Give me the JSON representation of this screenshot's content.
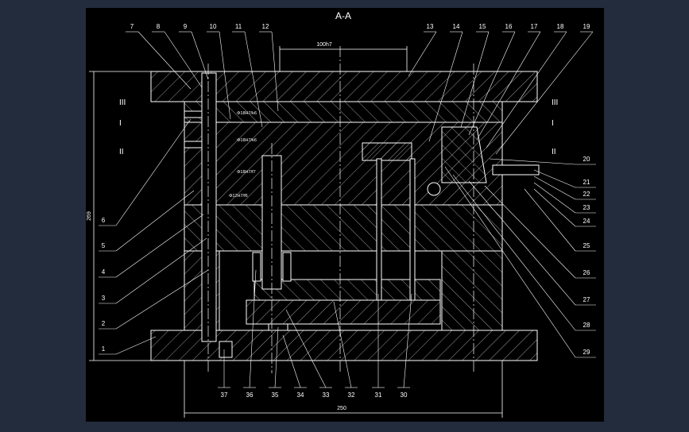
{
  "section_title": "A-A",
  "colors": {
    "background": "#232c3c",
    "canvas": "#000000",
    "line": "#ffffff",
    "hatch": "#ffffff"
  },
  "top_dimension": "100h7",
  "left_dimension": "269",
  "bottom_dimension": "250",
  "fit_labels": [
    "Φ18H7/k6",
    "Φ18H7/k6",
    "Φ18H7/f7",
    "Φ12H7/f6"
  ],
  "section_marks": [
    "III",
    "I",
    "II",
    "III",
    "I",
    "II"
  ],
  "callouts_top": [
    "7",
    "8",
    "9",
    "10",
    "11",
    "12",
    "13",
    "14",
    "15",
    "16",
    "17",
    "18",
    "19"
  ],
  "callouts_left": [
    "6",
    "5",
    "4",
    "3",
    "2",
    "1"
  ],
  "callouts_right": [
    "20",
    "21",
    "22",
    "23",
    "24",
    "25",
    "26",
    "27",
    "28",
    "29"
  ],
  "callouts_bottom": [
    "37",
    "36",
    "35",
    "34",
    "33",
    "32",
    "31",
    "30"
  ]
}
